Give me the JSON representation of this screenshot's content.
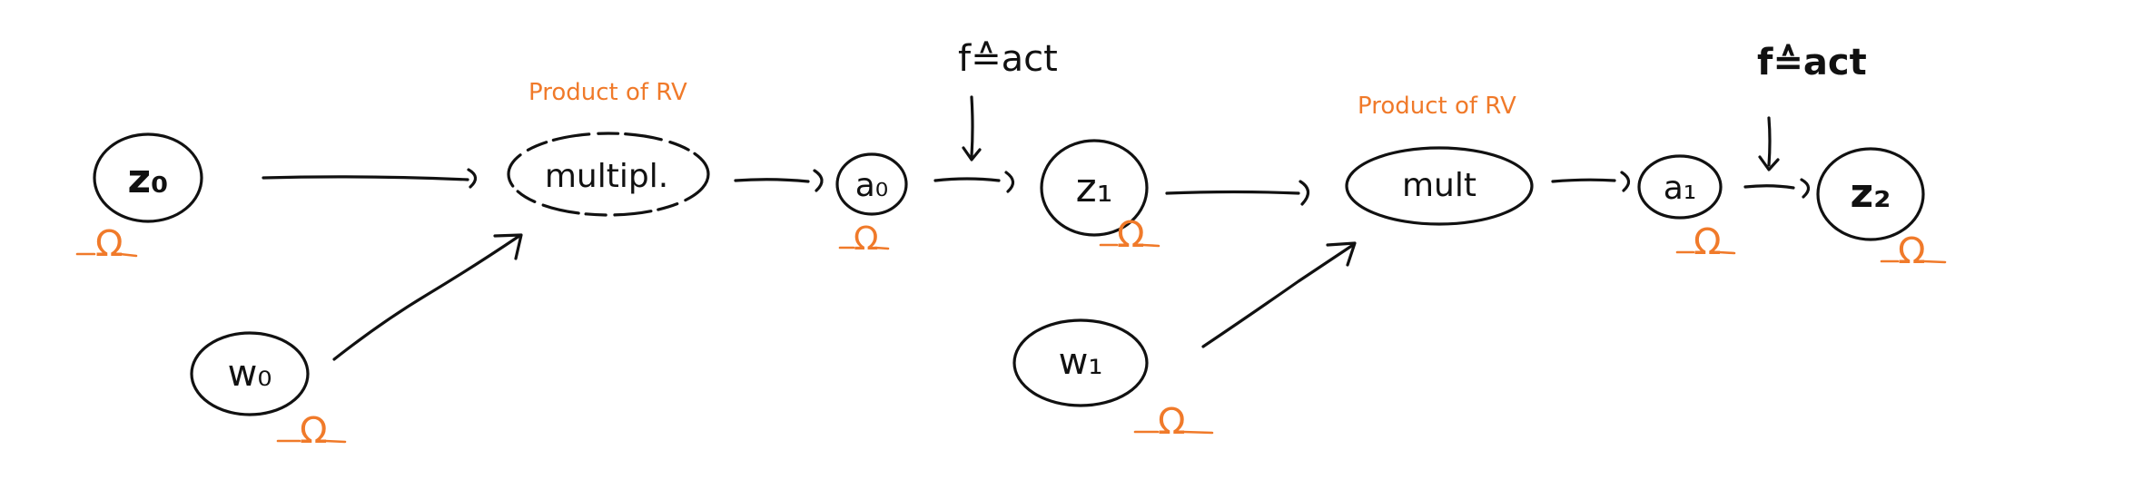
{
  "diagram": {
    "nodes": {
      "z0": {
        "label": "z₀"
      },
      "w0": {
        "label": "w₀"
      },
      "mult0": {
        "label": "multipl."
      },
      "a0": {
        "label": "a₀"
      },
      "z1": {
        "label": "z₁"
      },
      "w1": {
        "label": "w₁"
      },
      "mult1": {
        "label": "mult"
      },
      "a1": {
        "label": "a₁"
      },
      "z2": {
        "label": "z₂"
      }
    },
    "annotations": {
      "fact0": "f≙act",
      "fact1": "f≙act",
      "product0": "Product of RV",
      "product1": "Product of RV"
    },
    "omega_symbol": "Ω",
    "colors": {
      "ink": "#111111",
      "accent": "#f07a2a",
      "background": "#ffffff"
    }
  }
}
